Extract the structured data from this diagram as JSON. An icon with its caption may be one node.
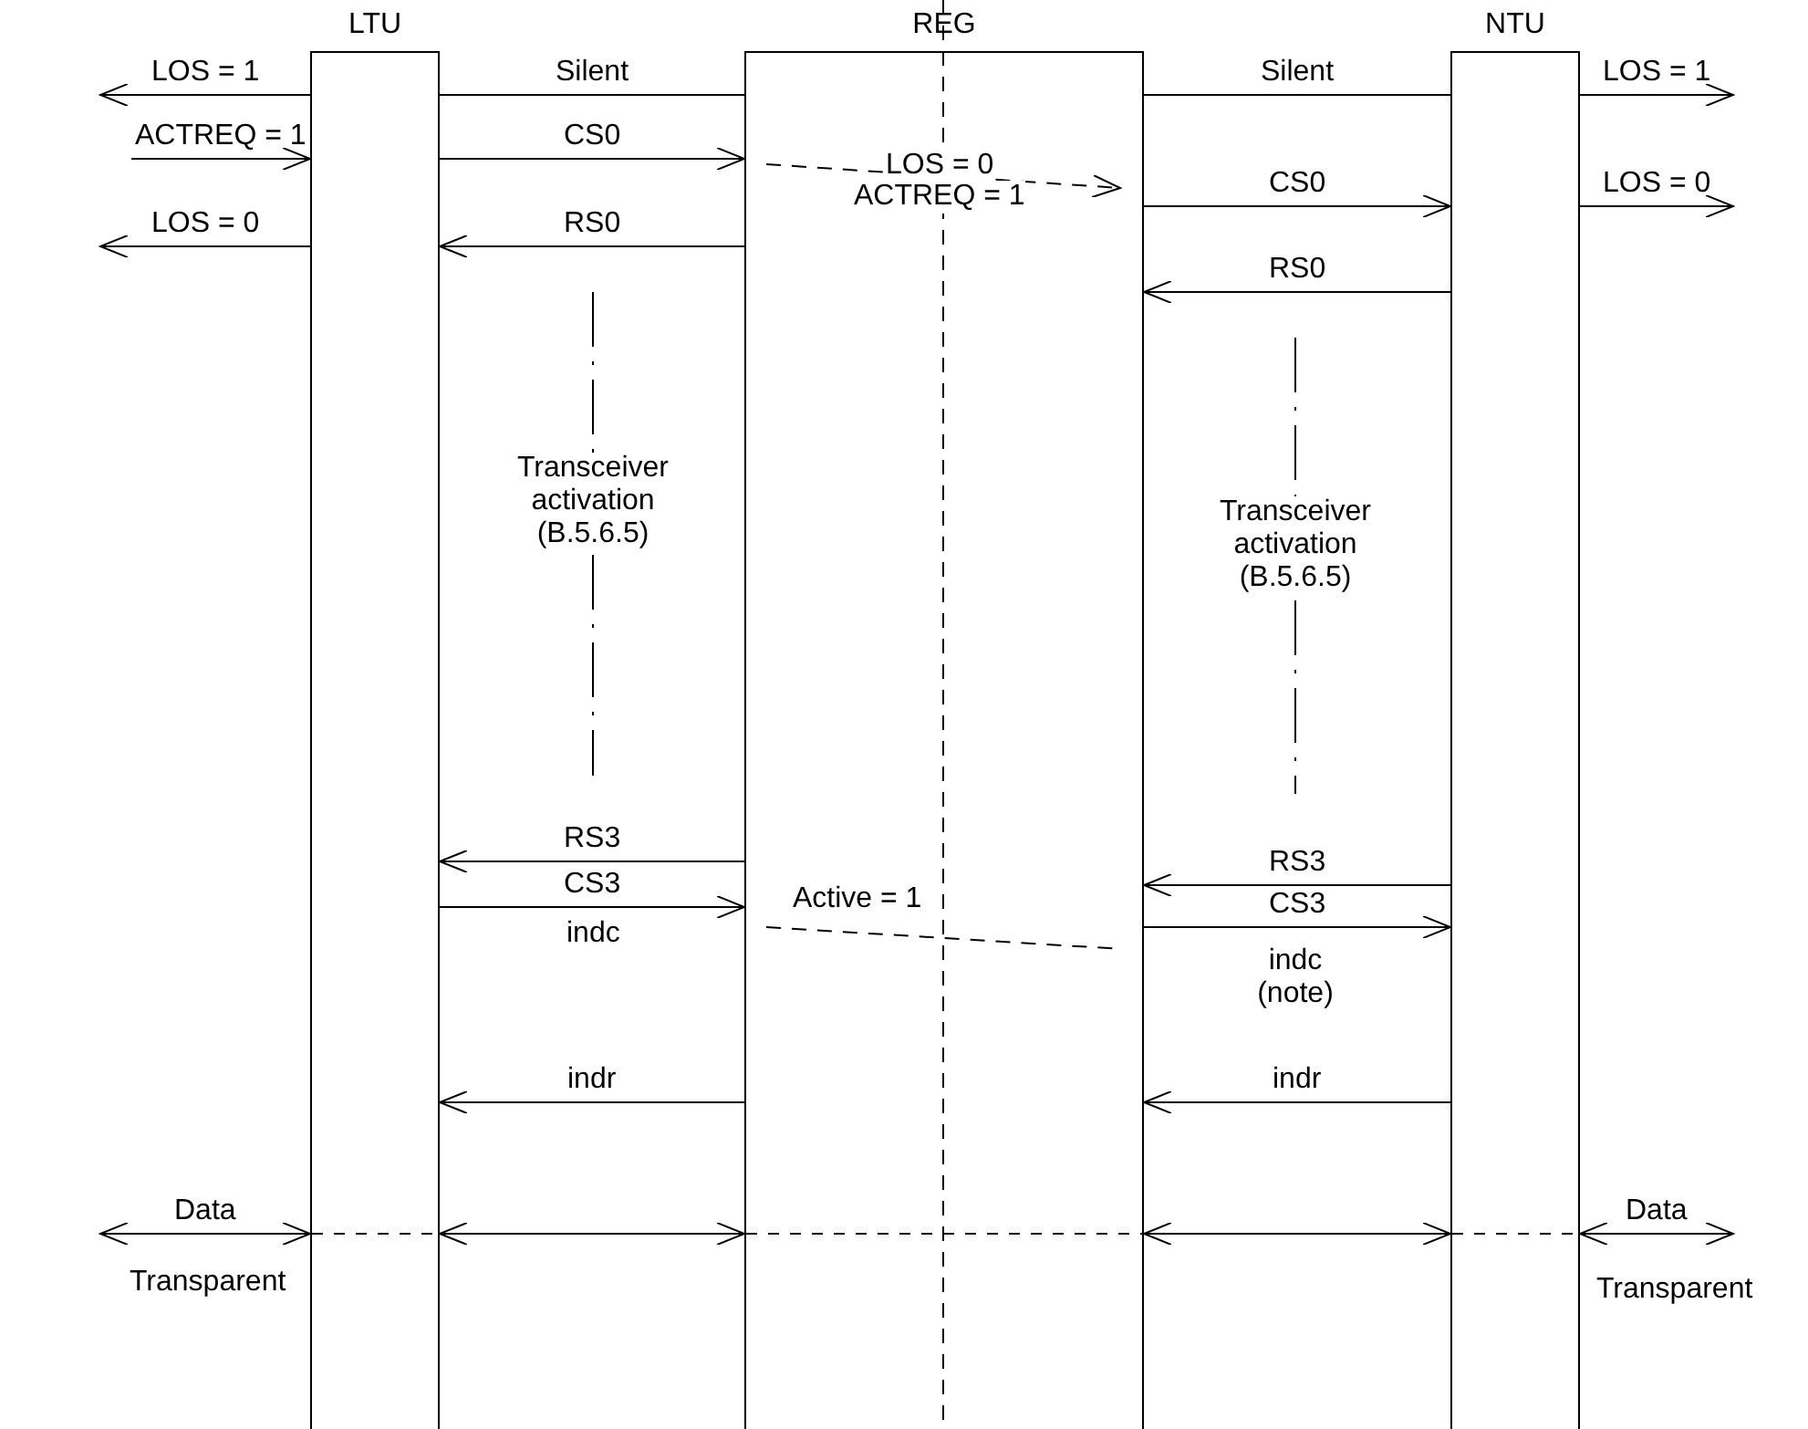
{
  "diagram": {
    "nodes": [
      {
        "text": [
          "LTU"
        ]
      },
      {
        "text": [
          "REG"
        ]
      },
      {
        "text": [
          "NTU"
        ]
      }
    ],
    "edges": [
      {
        "from": 0,
        "to": 1,
        "arrow": "none",
        "label": "Silent"
      },
      {
        "from": 1,
        "to": 2,
        "arrow": "none",
        "label": "Silent"
      },
      {
        "from": 0,
        "to": null,
        "arrow": "to",
        "label": "LOS = 1"
      },
      {
        "from": 2,
        "to": null,
        "arrow": "to",
        "label": "LOS = 1"
      },
      {
        "from": null,
        "to": 0,
        "arrow": "to",
        "label": "ACTREQ = 1"
      },
      {
        "from": 0,
        "to": 1,
        "arrow": "to",
        "label": "CS0"
      },
      {
        "from": 1,
        "to": 2,
        "arrow": "to",
        "label": "CS0"
      },
      {
        "from": 2,
        "to": null,
        "arrow": "to",
        "label": "LOS = 0"
      },
      {
        "from": 0,
        "to": null,
        "arrow": "to",
        "label": "LOS = 0"
      },
      {
        "from": 1,
        "to": 0,
        "arrow": "to",
        "label": "RS0"
      },
      {
        "from": 2,
        "to": 1,
        "arrow": "to",
        "label": "RS0"
      },
      {
        "from": 1,
        "to": 0,
        "arrow": "to",
        "label": "RS3"
      },
      {
        "from": 2,
        "to": 1,
        "arrow": "to",
        "label": "RS3"
      },
      {
        "from": 0,
        "to": 1,
        "arrow": "to",
        "label": "CS3"
      },
      {
        "from": 1,
        "to": 2,
        "arrow": "to",
        "label": "CS3"
      },
      {
        "from": 1,
        "to": 0,
        "arrow": "to",
        "label": "indr"
      },
      {
        "from": 2,
        "to": 1,
        "arrow": "to",
        "label": "indr"
      },
      {
        "from": null,
        "to": 0,
        "arrow": "both",
        "label": "Data"
      },
      {
        "from": 0,
        "to": 1,
        "arrow": "both"
      },
      {
        "from": 1,
        "to": 2,
        "arrow": "both"
      },
      {
        "from": 2,
        "to": null,
        "arrow": "both",
        "label": "Data"
      }
    ],
    "labels": [
      "LOS = 0",
      "ACTREQ = 1",
      "Transceiver activation (B.5.6.5)",
      "Transceiver activation (B.5.6.5)",
      "indc",
      "Active = 1",
      "indc (note)",
      "Transparent",
      "Transparent"
    ]
  }
}
